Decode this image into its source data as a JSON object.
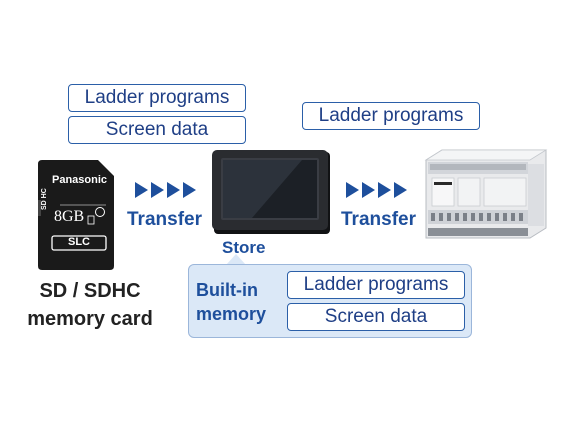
{
  "sd_card": {
    "brand": "Panasonic",
    "capacity": "8GB",
    "type": "SLC",
    "label_line1": "SD / SDHC",
    "label_line2": "memory card"
  },
  "sd_data": {
    "item1": "Ladder programs",
    "item2": "Screen data"
  },
  "transfer1": "Transfer",
  "transfer2": "Transfer",
  "store_label": "Store",
  "plc_data": {
    "item1": "Ladder programs"
  },
  "builtin": {
    "title_line1": "Built-in",
    "title_line2": "memory",
    "item1": "Ladder programs",
    "item2": "Screen data"
  },
  "colors": {
    "accent": "#1e4f9c",
    "box_border": "#2b5fa8",
    "memory_bg": "#dbe8f7"
  }
}
